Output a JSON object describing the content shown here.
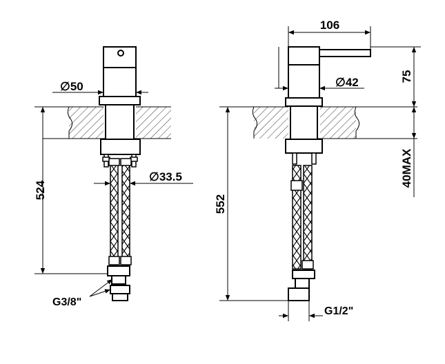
{
  "left_view": {
    "dim_diameter_body": "50",
    "dim_diameter_hose": "33.5",
    "dim_total_height": "524",
    "thread_label": "G3/8\""
  },
  "right_view": {
    "dim_lever_length": "106",
    "dim_diameter_body": "42",
    "dim_body_height": "75",
    "dim_deck_thickness": "40MAX",
    "dim_total_height": "552",
    "thread_label": "G1/2\""
  },
  "symbols": {
    "diameter": "∅"
  },
  "colors": {
    "line": "#000000",
    "background": "#ffffff",
    "hatch": "#000000"
  }
}
